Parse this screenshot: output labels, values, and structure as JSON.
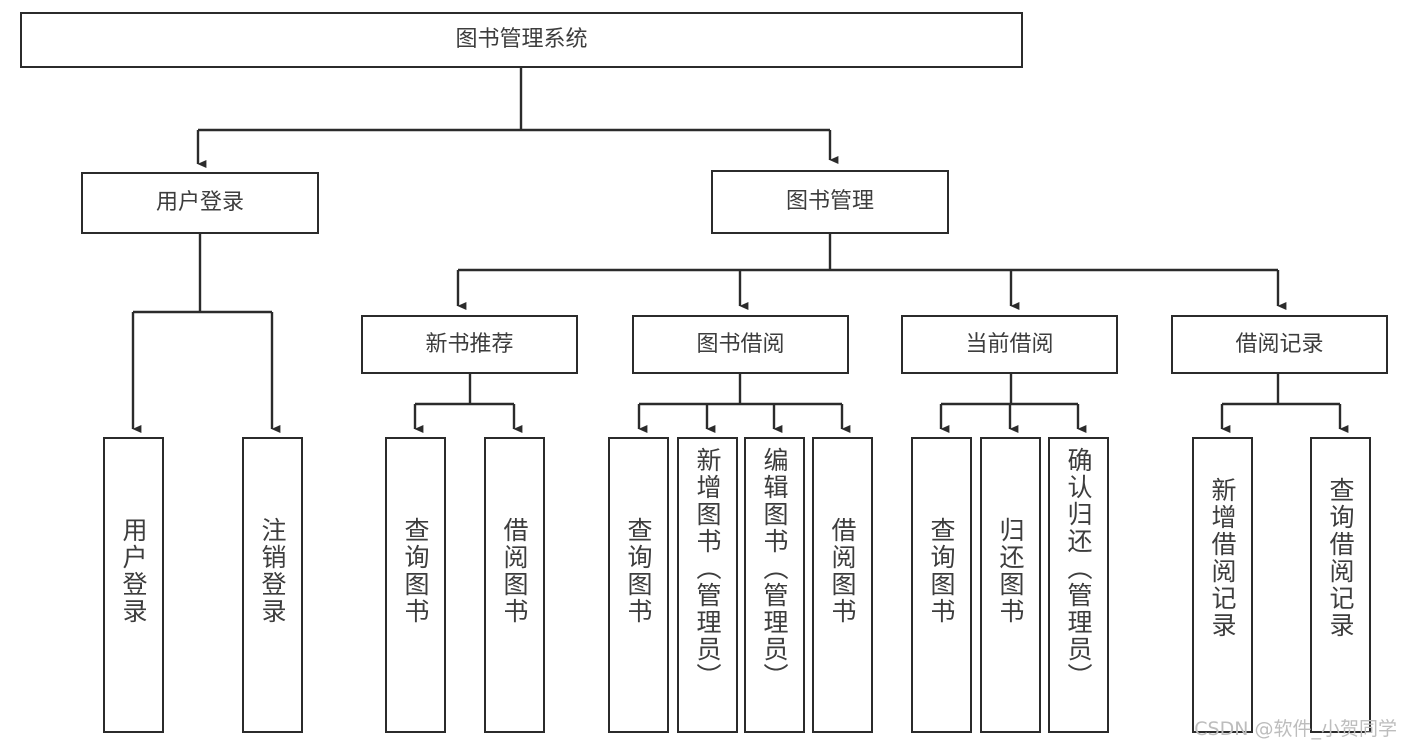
{
  "diagram": {
    "type": "tree",
    "title": "图书管理系统",
    "root": {
      "id": "root",
      "label": "图书管理系统"
    },
    "level2": [
      {
        "id": "user-login",
        "label": "用户登录"
      },
      {
        "id": "book-manage",
        "label": "图书管理"
      }
    ],
    "level3": [
      {
        "id": "new-book-recommend",
        "label": "新书推荐",
        "parent": "book-manage"
      },
      {
        "id": "book-borrow",
        "label": "图书借阅",
        "parent": "book-manage"
      },
      {
        "id": "current-borrow",
        "label": "当前借阅",
        "parent": "book-manage"
      },
      {
        "id": "borrow-record",
        "label": "借阅记录",
        "parent": "book-manage"
      }
    ],
    "leaves": [
      {
        "id": "leaf-user-login",
        "label": "用户登录",
        "parent": "user-login"
      },
      {
        "id": "leaf-logout",
        "label": "注销登录",
        "parent": "user-login"
      },
      {
        "id": "leaf-query-book-1",
        "label": "查询图书",
        "parent": "new-book-recommend"
      },
      {
        "id": "leaf-borrow-book-1",
        "label": "借阅图书",
        "parent": "new-book-recommend"
      },
      {
        "id": "leaf-query-book-2",
        "label": "查询图书",
        "parent": "book-borrow"
      },
      {
        "id": "leaf-add-book",
        "label": "新增图书（管理员）",
        "parent": "book-borrow"
      },
      {
        "id": "leaf-edit-book",
        "label": "编辑图书（管理员）",
        "parent": "book-borrow"
      },
      {
        "id": "leaf-borrow-book-2",
        "label": "借阅图书",
        "parent": "book-borrow"
      },
      {
        "id": "leaf-query-book-3",
        "label": "查询图书",
        "parent": "current-borrow"
      },
      {
        "id": "leaf-return-book",
        "label": "归还图书",
        "parent": "current-borrow"
      },
      {
        "id": "leaf-confirm-return",
        "label": "确认归还（管理员）",
        "parent": "current-borrow"
      },
      {
        "id": "leaf-add-record",
        "label": "新增借阅记录",
        "parent": "borrow-record"
      },
      {
        "id": "leaf-query-record",
        "label": "查询借阅记录",
        "parent": "borrow-record"
      }
    ],
    "colors": {
      "stroke": "#2b2b2b",
      "fill": "#ffffff",
      "text": "#3d3d3d",
      "watermark": "#bdbdbd"
    }
  },
  "watermark": {
    "text": "CSDN @软件_小贺同学"
  }
}
